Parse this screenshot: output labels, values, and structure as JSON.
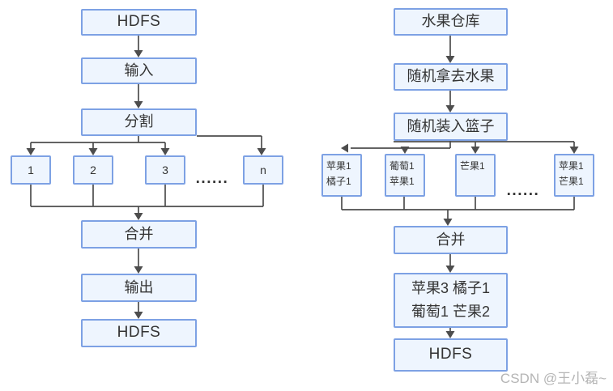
{
  "colors": {
    "box_fill": "#eef5fe",
    "box_border": "#7da1e4",
    "line": "#4d4d4d",
    "text": "#333333",
    "watermark": "#b5b5b5"
  },
  "left": {
    "hdfs_top": "HDFS",
    "input": "输入",
    "split": "分割",
    "chunks": [
      "1",
      "2",
      "3",
      "n"
    ],
    "dots": "......",
    "merge": "合并",
    "output": "输出",
    "hdfs_bottom": "HDFS"
  },
  "right": {
    "warehouse": "水果仓库",
    "take": "随机拿去水果",
    "load": "随机装入篮子",
    "baskets": [
      {
        "lines": [
          "苹果1",
          "橘子1"
        ]
      },
      {
        "lines": [
          "葡萄1",
          "苹果1"
        ]
      },
      {
        "lines": [
          "芒果1"
        ]
      },
      {
        "lines": [
          "苹果1",
          "芒果1"
        ]
      }
    ],
    "dots": "......",
    "merge": "合并",
    "result": [
      "苹果3 橘子1",
      "葡萄1 芒果2"
    ],
    "hdfs": "HDFS"
  },
  "watermark": "CSDN @王小磊~"
}
